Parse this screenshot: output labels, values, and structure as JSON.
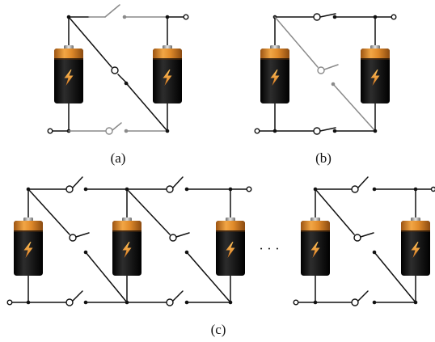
{
  "captions": {
    "a": "(a)",
    "b": "(b)",
    "c": "(c)",
    "ellipsis": "· · ·"
  },
  "colors": {
    "wire": "#111111",
    "open_switch_wire": "#8a8a8a",
    "battery_body": "#1a1a1a",
    "battery_band": "#e5932e",
    "bolt": "#f0a23d"
  },
  "icons": {
    "battery": "battery-icon",
    "switch": "switch-icon",
    "terminal": "terminal-icon"
  }
}
